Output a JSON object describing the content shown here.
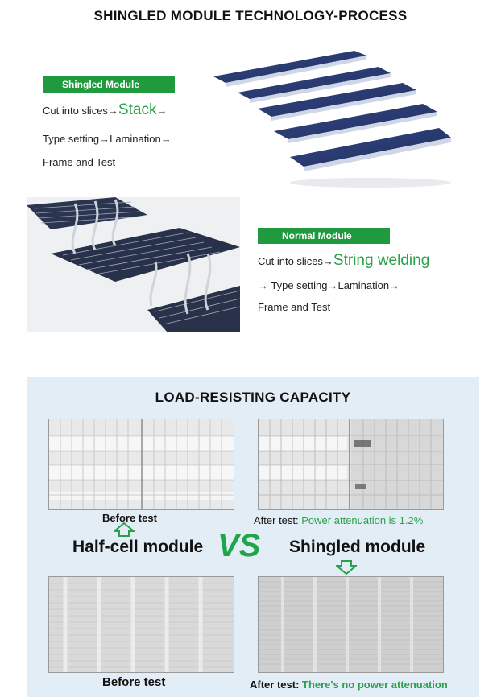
{
  "title": "SHINGLED MODULE TECHNOLOGY-PROCESS",
  "shingled": {
    "badge": "Shingled Module",
    "line1_prefix": "Cut into slices→",
    "line1_highlight": "Stack",
    "line1_suffix": "→",
    "line2": "Type setting→Lamination→",
    "line3": "Frame and Test"
  },
  "normal": {
    "badge": "Normal Module",
    "line1_prefix": "Cut into slices→",
    "line1_highlight": "String welding",
    "line2": "→ Type setting→Lamination→",
    "line3": "Frame and Test"
  },
  "load": {
    "title": "LOAD-RESISTING CAPACITY",
    "top_left_caption": "Before test",
    "top_right_caption_prefix": "After test: ",
    "top_right_caption_highlight": "Power attenuation is 1.2%",
    "half_cell_label": "Half-cell module",
    "vs_label": "VS",
    "shingled_label": "Shingled module",
    "bottom_left_caption": "Before test",
    "bottom_right_caption_prefix": "After test: ",
    "bottom_right_caption_highlight": "There's no power attenuation"
  },
  "colors": {
    "badge_green": "#1f9a3e",
    "highlight_green": "#2aa14a",
    "panel_blue": "#e3edf6"
  }
}
